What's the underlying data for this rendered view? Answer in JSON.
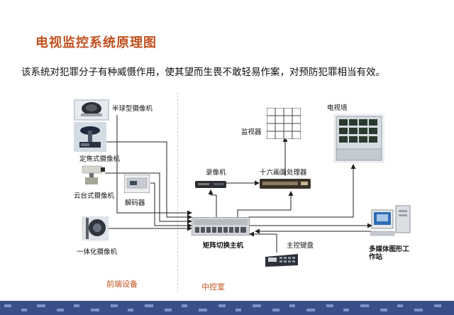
{
  "header": {
    "title": "电视监控系统原理图",
    "description": "该系统对犯罪分子有种威慑作用，使其望而生畏不敢轻易作案，对预防犯罪相当有效。"
  },
  "devices": {
    "dome_camera": "半球型摄像机",
    "fixed_camera": "定焦式摄像机",
    "ptz_camera": "云台式摄像机",
    "decoder": "解码器",
    "integrated_camera": "一体化摄像机",
    "matrix_host": "矩阵切换主机",
    "recorder": "录像机",
    "quad_processor": "十六画面处理器",
    "monitor": "监视器",
    "tv_wall": "电视墙",
    "keyboard": "主控键盘",
    "workstation": "多媒体图形工作站"
  },
  "sections": {
    "front_end": "前端设备",
    "control_room": "中控室"
  },
  "colors": {
    "title": "#c0501e",
    "section": "#c0501e",
    "line": "#222222",
    "band": "#3a4f8a"
  }
}
